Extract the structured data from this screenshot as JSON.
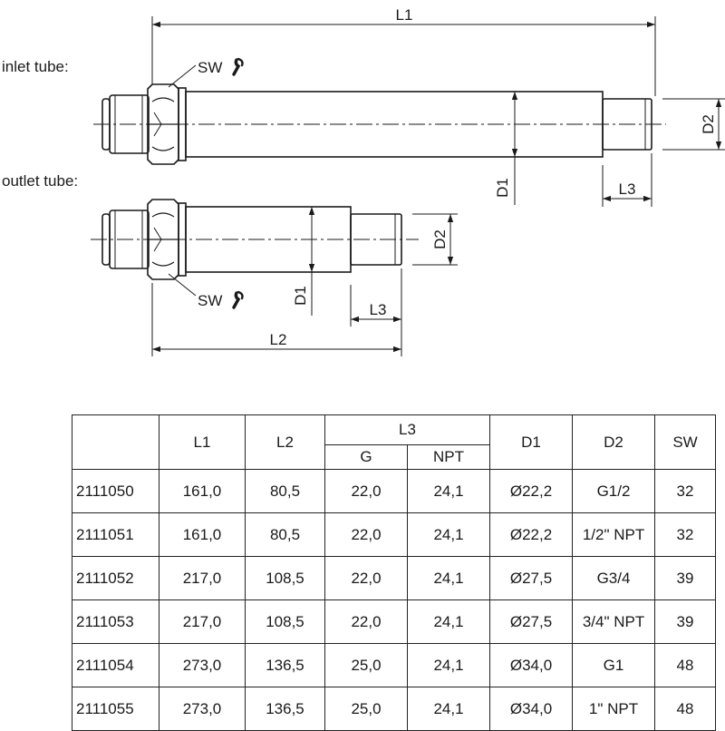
{
  "drawing": {
    "inlet_label": "inlet tube:",
    "outlet_label": "outlet tube:",
    "dims": {
      "L1": "L1",
      "L2": "L2",
      "L3": "L3",
      "D1": "D1",
      "D2": "D2",
      "SW": "SW"
    }
  },
  "table": {
    "headers": {
      "blank": "",
      "L1": "L1",
      "L2": "L2",
      "L3": "L3",
      "G": "G",
      "NPT": "NPT",
      "D1": "D1",
      "D2": "D2",
      "SW": "SW"
    },
    "rows": [
      {
        "code": "2111050",
        "L1": "161,0",
        "L2": "80,5",
        "G": "22,0",
        "NPT": "24,1",
        "D1": "Ø22,2",
        "D2": "G1/2",
        "SW": "32"
      },
      {
        "code": "2111051",
        "L1": "161,0",
        "L2": "80,5",
        "G": "22,0",
        "NPT": "24,1",
        "D1": "Ø22,2",
        "D2": "1/2\" NPT",
        "SW": "32"
      },
      {
        "code": "2111052",
        "L1": "217,0",
        "L2": "108,5",
        "G": "22,0",
        "NPT": "24,1",
        "D1": "Ø27,5",
        "D2": "G3/4",
        "SW": "39"
      },
      {
        "code": "2111053",
        "L1": "217,0",
        "L2": "108,5",
        "G": "22,0",
        "NPT": "24,1",
        "D1": "Ø27,5",
        "D2": "3/4\" NPT",
        "SW": "39"
      },
      {
        "code": "2111054",
        "L1": "273,0",
        "L2": "136,5",
        "G": "25,0",
        "NPT": "24,1",
        "D1": "Ø34,0",
        "D2": "G1",
        "SW": "48"
      },
      {
        "code": "2111055",
        "L1": "273,0",
        "L2": "136,5",
        "G": "25,0",
        "NPT": "24,1",
        "D1": "Ø34,0",
        "D2": "1\" NPT",
        "SW": "48"
      }
    ]
  }
}
